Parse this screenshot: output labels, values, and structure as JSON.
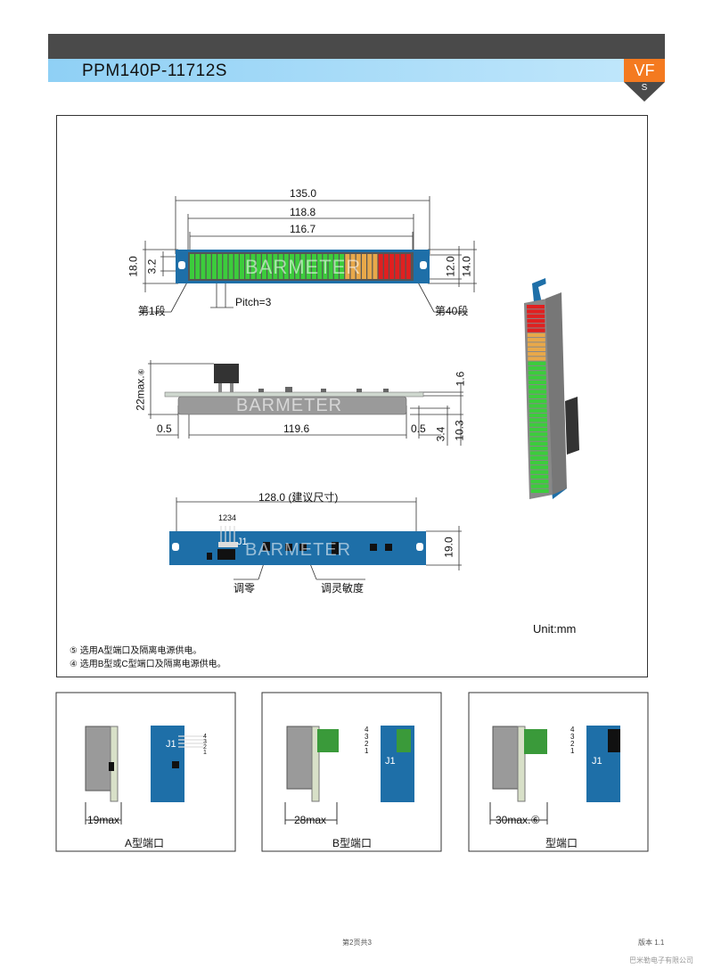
{
  "header": {
    "title": "PPM140P-11712S",
    "badge": "VF",
    "badge_sub": "S"
  },
  "front_view": {
    "dim_overall": "135.0",
    "dim_mid": "118.8",
    "dim_inner": "116.7",
    "dim_height": "18.0",
    "dim_led": "3.2",
    "dim_right_inner": "12.0",
    "dim_right_outer": "14.0",
    "pitch": "Pitch=3",
    "first_seg": "第1段",
    "last_seg": "第40段",
    "watermark": "BARMETER"
  },
  "side_view": {
    "dim_height": "22max.",
    "dim_height_mark": "⑥",
    "dim_left": "0.5",
    "dim_width": "119.6",
    "dim_right": "0.5",
    "dim_pcb": "1.6",
    "dim_3_4": "3.4",
    "dim_10_3": "10.3",
    "watermark": "BARMETER"
  },
  "back_view": {
    "dim_width": "128.0 (建议尺寸)",
    "dim_height": "19.0",
    "pins": "1234",
    "connector": "J1",
    "label_zero": "调零",
    "label_sensitivity": "调灵敏度",
    "watermark": "BARMETER"
  },
  "unit": "Unit:mm",
  "notes": [
    "⑤ 选用A型端口及隔离电源供电。",
    "④ 选用B型或C型端口及隔离电源供电。"
  ],
  "ports": [
    {
      "dim": "19max",
      "caption": "A型端口",
      "connector": "J1",
      "pins": [
        "4",
        "3",
        "2",
        "1"
      ]
    },
    {
      "dim": "28max",
      "caption": "B型端口",
      "connector": "J1",
      "pins": [
        "4",
        "3",
        "2",
        "1"
      ]
    },
    {
      "dim": "30max.⑥",
      "caption": "型端口",
      "connector": "J1",
      "pins": [
        "4",
        "3",
        "2",
        "1"
      ]
    }
  ],
  "footer": {
    "page": "第2页共3",
    "version": "版本 1.1",
    "company": "巴米勒电子有限公司"
  },
  "colors": {
    "pcb": "#1e6fa8",
    "led_green": "#3ccc3c",
    "led_yellow": "#e8a84a",
    "led_red": "#e02020",
    "accent": "#f47a20"
  }
}
